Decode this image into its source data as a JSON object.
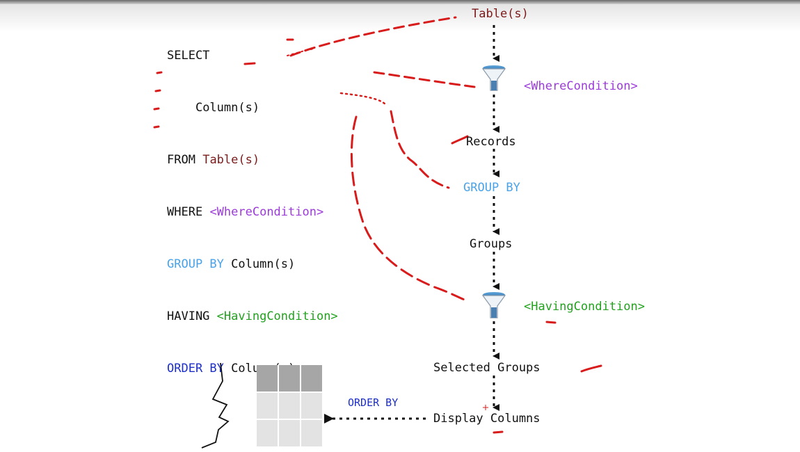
{
  "code": {
    "select_kw": "SELECT",
    "select_cols": "Column(s)",
    "from_kw": "FROM",
    "from_table": "Table(s)",
    "where_kw": "WHERE",
    "where_cond": "<WhereCondition>",
    "groupby_kw": "GROUP BY",
    "groupby_cols": "Column(s)",
    "having_kw": "HAVING",
    "having_cond": "<HavingCondition>",
    "orderby_kw": "ORDER BY",
    "orderby_cols": "Column(s);"
  },
  "flow": {
    "table": "Table(s)",
    "where_condition": "<WhereCondition>",
    "records": "Records",
    "group_by": "GROUP BY",
    "groups": "Groups",
    "having_condition": "<HavingCondition>",
    "selected_groups": "Selected Groups",
    "display_columns": "Display Columns",
    "order_by": "ORDER BY"
  },
  "colors": {
    "table": "#7b1a1a",
    "where": "#9b3bd8",
    "group_by": "#4aa3e8",
    "having": "#22a11e",
    "order_by": "#1e2fc8",
    "annotation": "#d81b1b"
  }
}
